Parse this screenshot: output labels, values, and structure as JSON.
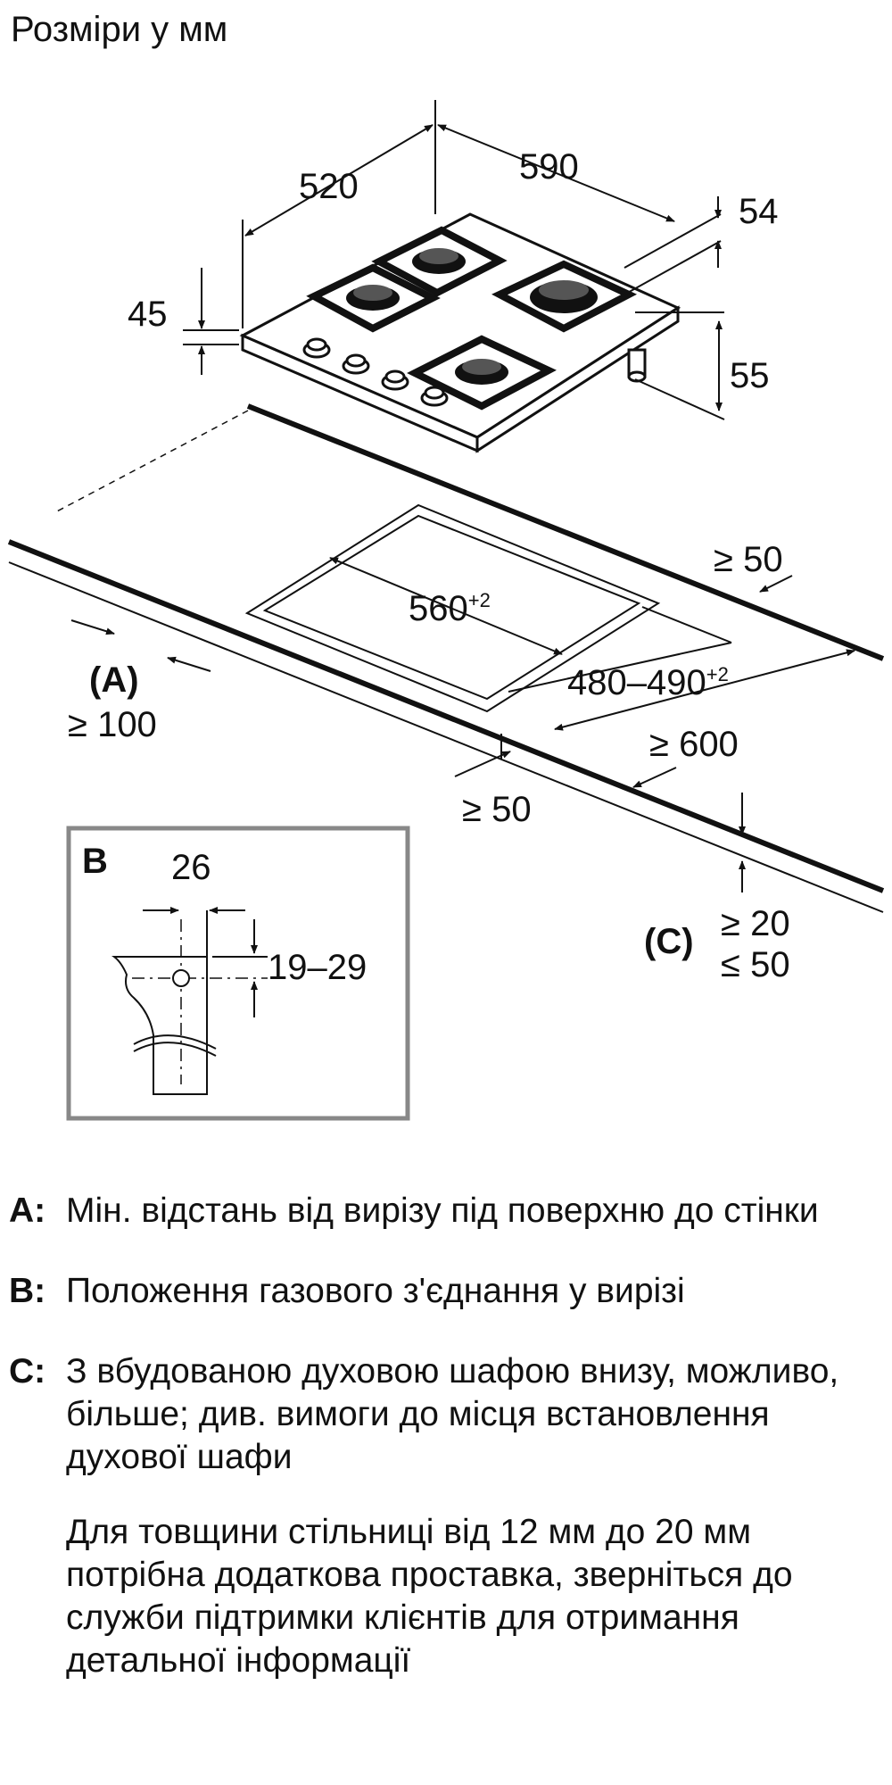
{
  "title": "Розміри у мм",
  "hob": {
    "width": "520",
    "depth": "590",
    "edge": "54",
    "thickness": "45",
    "height": "55"
  },
  "cutout": {
    "width": "560",
    "width_tol": "+2",
    "depth": "480–490",
    "depth_tol": "+2",
    "min_side_right": "≥ 50",
    "min_front": "≥ 50",
    "min_wall_cabinet": "≥ 600"
  },
  "marker_a": {
    "label": "(A)",
    "value": "≥ 100"
  },
  "marker_c": {
    "label": "(C)",
    "value_min": "≥ 20",
    "value_max": "≤ 50"
  },
  "inset_b": {
    "label": "B",
    "width": "26",
    "height": "19–29"
  },
  "legend": [
    {
      "key": "A:",
      "text": "Мін. відстань від вирізу під поверхню до стінки"
    },
    {
      "key": "B:",
      "text": "Положення газового з'єднання у вирізі"
    },
    {
      "key": "C:",
      "text": "З вбудованою духовою шафою внизу, можливо, більше; див. вимоги до місця встановлення духової шафи"
    }
  ],
  "note": "Для товщини стільниці від 12 мм до 20 мм потрібна додаткова проставка, зверніться до служби підтримки клієнтів для отримання детальної інформації"
}
